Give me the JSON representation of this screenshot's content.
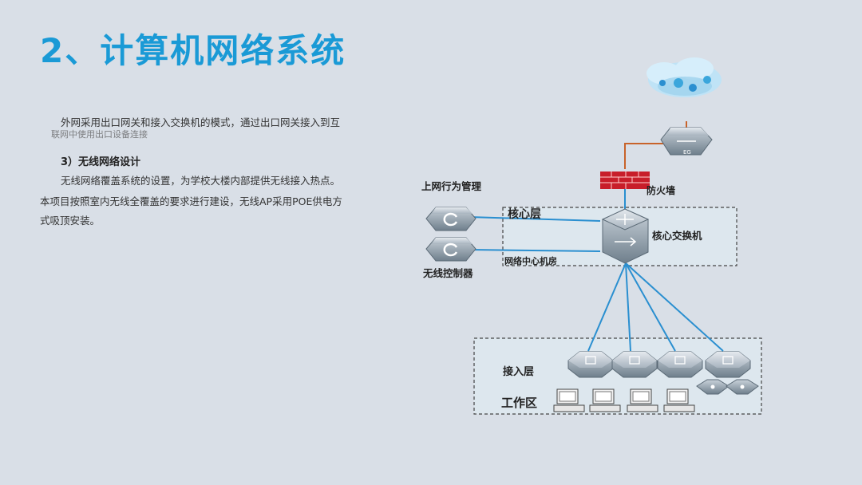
{
  "title": "2、计算机网络系统",
  "body": {
    "p1": "外网采用出口网关和接入交换机的模式，通过出口网关接入到互",
    "garbled": "联网中使用出口设备连接",
    "subheading": "3）无线网络设计",
    "p2": "无线网络覆盖系统的设置，为学校大楼内部提供无线接入热点。",
    "p3": "本项目按照室内无线全覆盖的要求进行建设，无线AP采用POE供电方",
    "p4": "式吸顶安装。"
  },
  "diagram": {
    "behavior_mgmt": "上网行为管理",
    "wireless_ctrl": "无线控制器",
    "firewall": "防火墙",
    "core_layer": "核心层",
    "core_switch": "核心交换机",
    "datacenter": "网络中心机房",
    "access_layer": "接入层",
    "work_area": "工作区",
    "eg_label": "EG"
  },
  "colors": {
    "accent": "#1a9ad6",
    "link": "#2a8fd0",
    "wan": "#c8632a"
  }
}
